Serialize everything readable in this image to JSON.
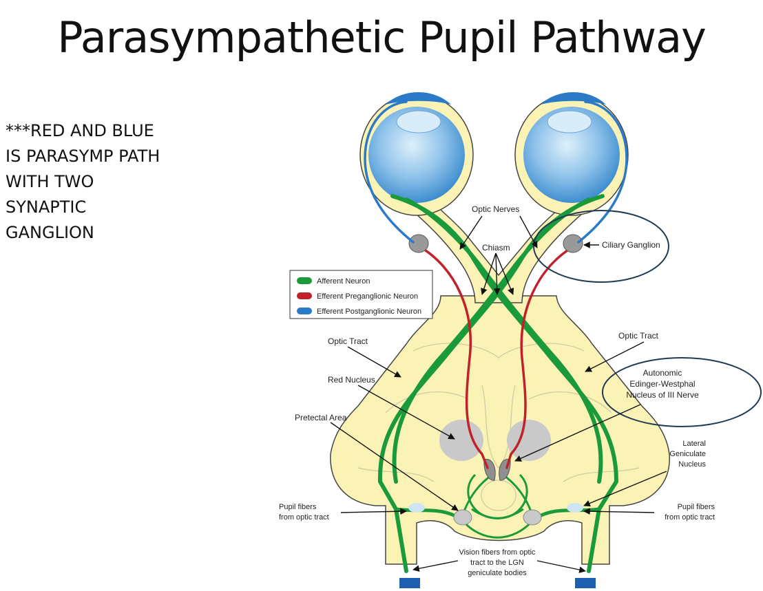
{
  "title": "Parasympathetic Pupil Pathway",
  "note_lines": [
    "***RED AND BLUE",
    "IS PARASYMP PATH",
    "WITH TWO",
    "SYNAPTIC",
    "GANGLION"
  ],
  "legend": [
    {
      "label": "Afferent Neuron",
      "color": "#1a9a3a"
    },
    {
      "label": "Efferent Preganglionic Neuron",
      "color": "#c0212b"
    },
    {
      "label": "Efferent Postganglionic Neuron",
      "color": "#2a7ac8"
    }
  ],
  "labels": {
    "optic_nerves": "Optic Nerves",
    "chiasm": "Chiasm",
    "ciliary_ganglion": "Ciliary Ganglion",
    "optic_tract_left": "Optic Tract",
    "optic_tract_right": "Optic Tract",
    "red_nucleus": "Red Nucleus",
    "ew_line1": "Autonomic",
    "ew_line2": "Edinger-Westphal",
    "ew_line3": "Nucleus of III Nerve",
    "pretectal": "Pretectal Area",
    "lgn_line1": "Lateral",
    "lgn_line2": "Geniculate",
    "lgn_line3": "Nucleus",
    "pupil_left_1": "Pupil fibers",
    "pupil_left_2": "from optic tract",
    "pupil_right_1": "Pupil fibers",
    "pupil_right_2": "from optic tract",
    "vision_1": "Vision fibers from optic",
    "vision_2": "tract to the LGN",
    "vision_3": "geniculate bodies"
  },
  "colors": {
    "afferent": "#1a9a3a",
    "preganglionic": "#c0212b",
    "postganglionic": "#2a7ac8",
    "brain_fill": "#fbf3b5",
    "annotation_ring": "#1f3a55"
  }
}
